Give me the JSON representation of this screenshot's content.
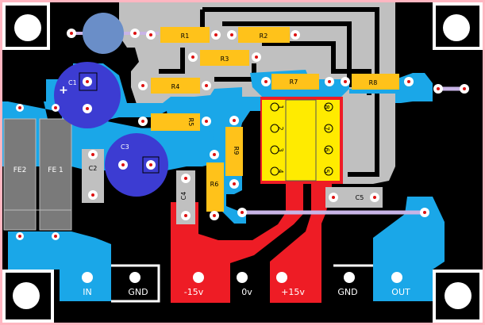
{
  "colors": {
    "board": "#000000",
    "border": "#ffb6c1",
    "blue": "#1aa7e8",
    "gray": "#c0c0c0",
    "red": "#ee1c25",
    "yellow": "#ffeb00",
    "resistor": "#ffc21a",
    "capacitor": "#3c3cd2",
    "ferrite": "#7a7a7a",
    "jumper": "#c8b4e6",
    "pad": "#ffffff",
    "hole": "#dd1111"
  },
  "resistors": {
    "r1": "R1",
    "r2": "R2",
    "r3": "R3",
    "r4": "R4",
    "r5": "R5",
    "r6": "R6",
    "r7": "R7",
    "r8": "R8",
    "r9": "R9"
  },
  "capacitors": {
    "c1": "C1",
    "c2": "C2",
    "c3": "C3",
    "c4": "C4",
    "c5": "C5"
  },
  "ferrites": {
    "fe1": "FE 1",
    "fe2": "FE2"
  },
  "c1_polarity": "+",
  "ic_pins": {
    "left": [
      "1",
      "2",
      "3",
      "4"
    ],
    "right": [
      "8",
      "7",
      "6",
      "5"
    ]
  },
  "connectors": {
    "in": "IN",
    "gnd_left": "GND",
    "minus15": "-15v",
    "zero": "0v",
    "plus15": "+15v",
    "gnd_right": "GND",
    "out": "OUT"
  }
}
